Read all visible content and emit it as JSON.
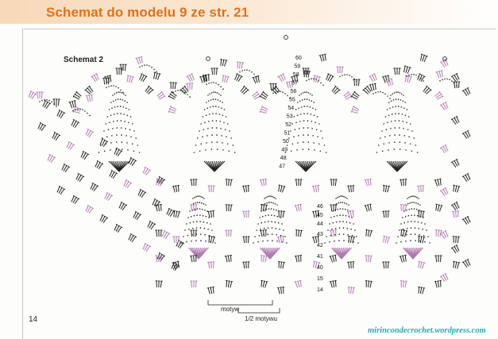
{
  "header": {
    "title": "Schemat do modelu 9 ze str. 21"
  },
  "diagram": {
    "label": "Schemat 2",
    "row_numbers_upper": [
      "60",
      "59",
      "58",
      "57",
      "56",
      "55",
      "54",
      "53",
      "52",
      "51",
      "50",
      "49",
      "48",
      "47"
    ],
    "row_numbers_lower": [
      "46",
      "45",
      "44",
      "43",
      "42",
      "41",
      "40",
      "15",
      "14"
    ],
    "motif_label": "motyw",
    "half_motif_label": "1/2 motywu"
  },
  "footer": {
    "page_number": "14",
    "website": "mirincondecrochet.wordpress.com"
  },
  "colors": {
    "title": "#e0711c",
    "header_band": "#f7d8b8",
    "stitch_dark": "#222222",
    "stitch_accent": "#b07ab0",
    "website": "#2aa8b0"
  }
}
